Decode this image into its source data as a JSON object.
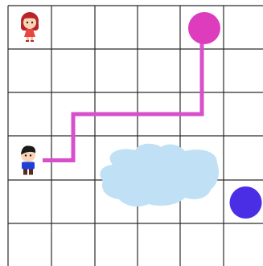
{
  "board": {
    "rows": 6,
    "cols": 6,
    "grid_color": "#2b2b2b",
    "background": "#ffffff"
  },
  "pieces": [
    {
      "name": "girl-icon",
      "kind": "girl",
      "row": 0,
      "col": 0
    },
    {
      "name": "boy-icon",
      "kind": "boy",
      "row": 3,
      "col": 0
    },
    {
      "name": "magenta-target-dot",
      "kind": "dot",
      "row": 0,
      "col": 4,
      "color": "#dd3dbd"
    },
    {
      "name": "blue-target-dot",
      "kind": "dot",
      "row": 4,
      "col": 5,
      "color": "#4a2ee6"
    }
  ],
  "path": {
    "color": "#d94fcb",
    "cells": [
      [
        3,
        0
      ],
      [
        3,
        1
      ],
      [
        2,
        1
      ],
      [
        2,
        2
      ],
      [
        2,
        3
      ],
      [
        2,
        4
      ],
      [
        1,
        4
      ],
      [
        0,
        4
      ]
    ]
  },
  "obstacle": {
    "kind": "puddle",
    "color": "#bfe0f5",
    "rows": [
      3,
      4
    ],
    "cols": [
      2,
      4
    ]
  }
}
